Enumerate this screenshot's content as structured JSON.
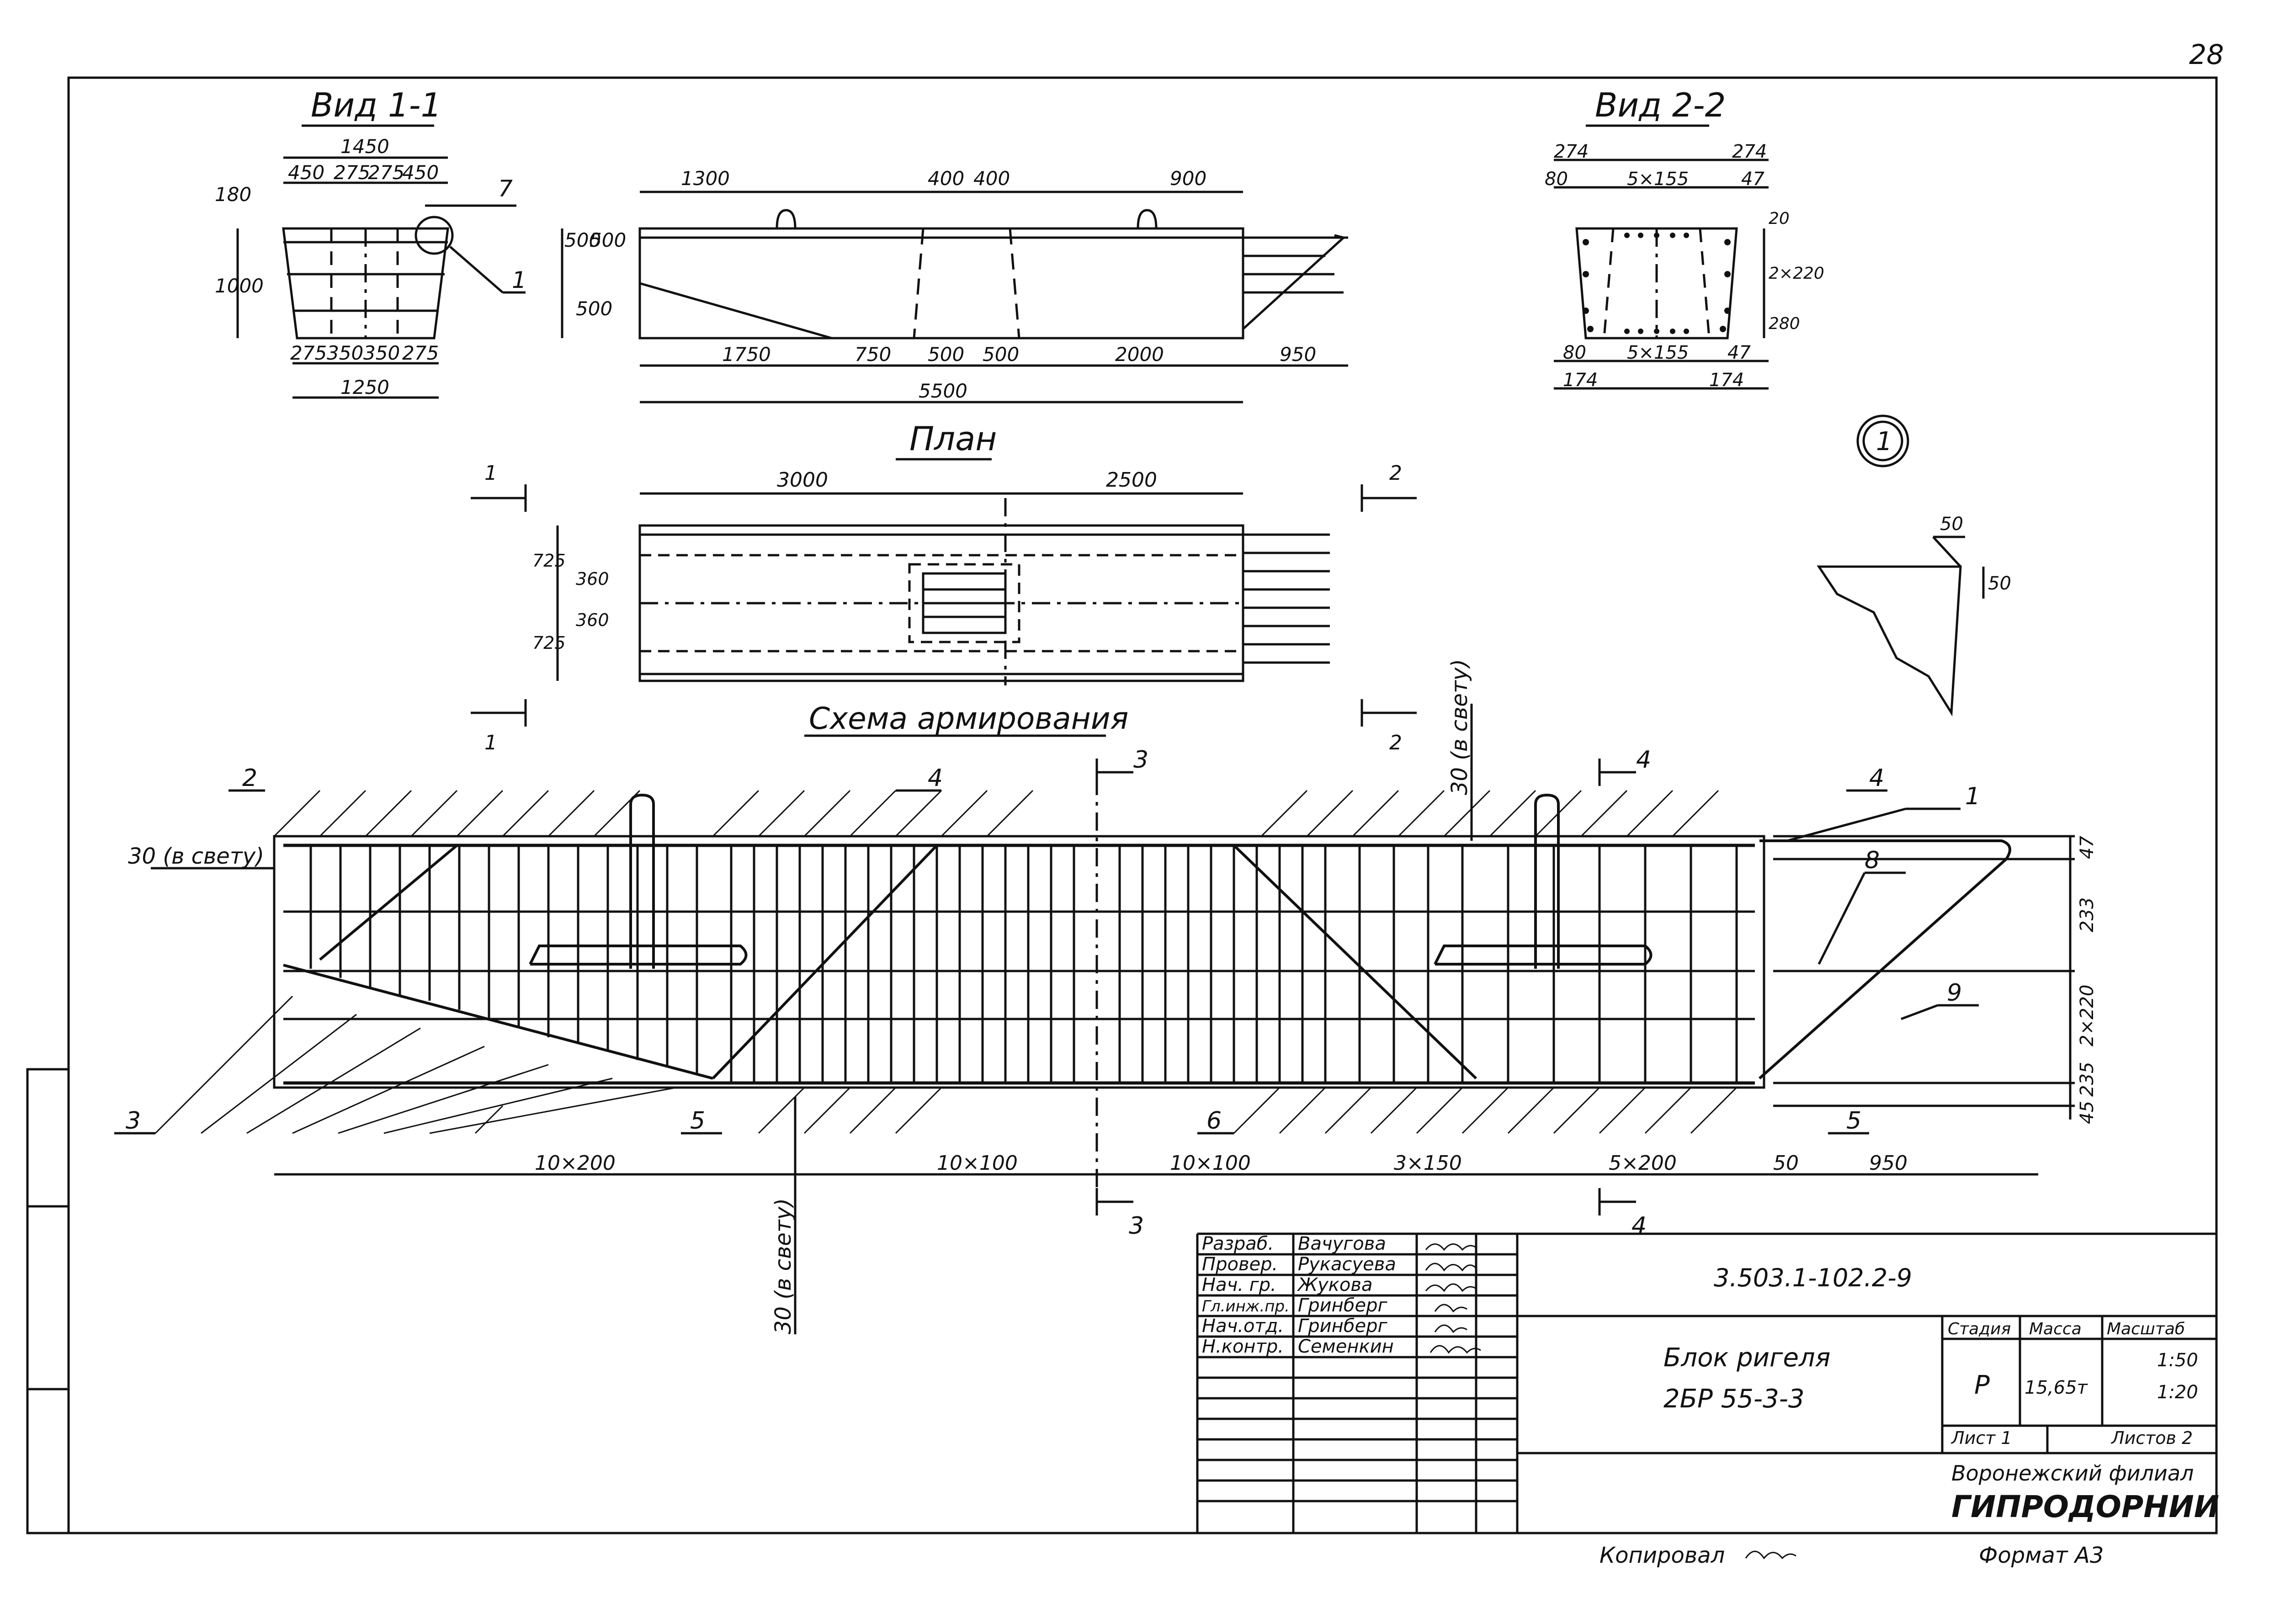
{
  "page_number": "28",
  "views": {
    "view_1_title": "Вид 1-1",
    "view_2_title": "Вид 2-2",
    "plan_title": "План",
    "scheme_title": "Схема армирования",
    "detail_marker": "1"
  },
  "view1_dims": {
    "top_total": "1450",
    "top_parts": [
      "450",
      "275",
      "275",
      "450"
    ],
    "left_small": "180",
    "height": "1000",
    "bottom_parts": [
      "275",
      "350",
      "350",
      "275"
    ],
    "bottom_total": "1250",
    "callout_7": "7",
    "callout_1": "1"
  },
  "elevation_dims": {
    "top": [
      "1300",
      "400",
      "400",
      "900"
    ],
    "left": [
      "500",
      "500",
      "500"
    ],
    "bottom": [
      "1750",
      "750",
      "500",
      "500",
      "2000",
      "950"
    ],
    "total": "5500"
  },
  "view2_dims": {
    "top_left": "274",
    "top_right": "274",
    "row2": [
      "80",
      "5×155",
      "47"
    ],
    "right": [
      "20",
      "2×220",
      "280"
    ],
    "row_bottom": [
      "80",
      "5×155",
      "47"
    ],
    "bottom_left": "174",
    "bottom_right": "174"
  },
  "detail_dims": [
    "50",
    "50"
  ],
  "plan_dims": {
    "top": [
      "3000",
      "2500"
    ],
    "left": [
      "725",
      "360",
      "360",
      "725"
    ],
    "section_left": "1",
    "section_right": "2"
  },
  "scheme": {
    "callouts": [
      "2",
      "4",
      "4",
      "1",
      "8",
      "9",
      "3",
      "5",
      "6",
      "5",
      "3",
      "4",
      "3",
      "4"
    ],
    "label_30_left": "30 (в свету)",
    "label_30_top": "30 (в свету)",
    "label_30_bottom": "30 (в свету)",
    "right_dims": [
      "47",
      "233",
      "2×220",
      "235",
      "45"
    ],
    "bottom_dims": [
      "10×200",
      "10×100",
      "10×100",
      "3×150",
      "5×200",
      "50",
      "950"
    ]
  },
  "title_block": {
    "roles": [
      "Разраб.",
      "Провер.",
      "Нач. гр.",
      "Гл.инж.пр.",
      "Нач.отд.",
      "Н.контр."
    ],
    "names": [
      "Вачугова",
      "Рукасуева",
      "Жукова",
      "Гринберг",
      "Гринберг",
      "Семенкин"
    ],
    "doc_code": "3.503.1-102.2-9",
    "name_line1": "Блок ригеля",
    "name_line2": "2БР 55-3-3",
    "stage_header": "Стадия",
    "mass_header": "Масса",
    "scale_header": "Масштаб",
    "stage": "Р",
    "mass": "15,65т",
    "scale1": "1:50",
    "scale2": "1:20",
    "sheet": "Лист 1",
    "sheets": "Листов 2",
    "org_line1": "Воронежский филиал",
    "org_line2": "ГИПРОДОРНИИ"
  },
  "footer": {
    "copied": "Копировал",
    "format": "Формат А3"
  }
}
